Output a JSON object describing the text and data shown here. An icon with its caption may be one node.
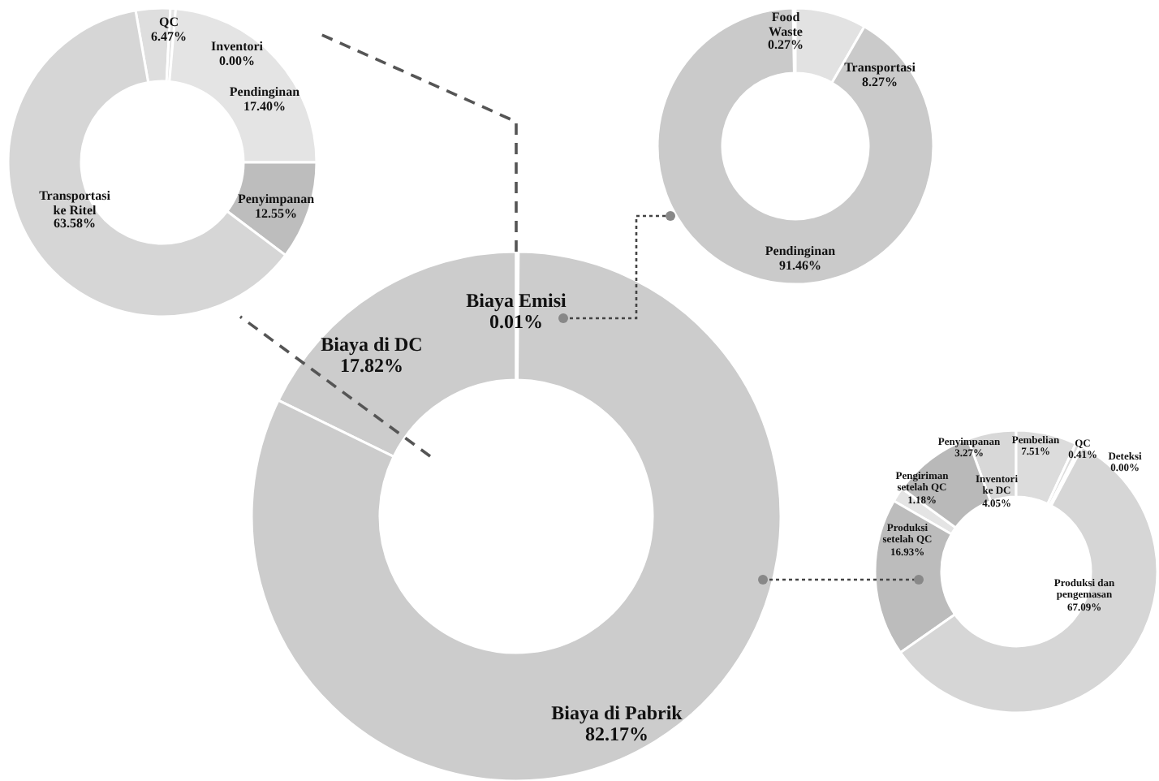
{
  "diagram": {
    "nodes": [
      {
        "text": [],
        "shape": "circle"
      },
      {
        "text": [
          "QC",
          "6.47%"
        ],
        "in": 0
      },
      {
        "text": [
          "Inventori",
          "0.00%"
        ],
        "in": 0
      },
      {
        "text": [
          "Pendinginan",
          "17.40%"
        ],
        "in": 0
      },
      {
        "text": [
          "Penyimpanan",
          "12.55%"
        ],
        "in": 0
      },
      {
        "text": [
          "Transportasi ke Ritel",
          "63.58%"
        ],
        "in": 0
      },
      {
        "text": [],
        "shape": "circle"
      },
      {
        "text": [
          "Food Waste",
          "0.27%"
        ],
        "in": 6
      },
      {
        "text": [
          "Transportasi",
          "8.27%"
        ],
        "in": 6
      },
      {
        "text": [
          "Pendinginan",
          "91.46%"
        ],
        "in": 6
      },
      {
        "text": [],
        "shape": "circle"
      },
      {
        "text": [
          "Biaya di DC",
          "17.82%"
        ],
        "in": 10
      },
      {
        "text": [
          "Biaya Emisi",
          "0.01%"
        ],
        "in": 10
      },
      {
        "text": [
          "Biaya di Pabrik",
          "82.17%"
        ],
        "in": 10
      },
      {
        "text": [],
        "shape": "circle"
      },
      {
        "text": [
          "Penyimpanan",
          "3.27%"
        ],
        "in": 14
      },
      {
        "text": [
          "Pembelian",
          "7.51%"
        ],
        "in": 14
      },
      {
        "text": [
          "QC",
          "0.41%"
        ],
        "in": 14
      },
      {
        "text": [
          "Deteksi",
          "0.00%"
        ],
        "in": 14
      },
      {
        "text": [
          "Pengiriman setelah QC",
          "1.18%"
        ],
        "in": 14
      },
      {
        "text": [
          "Inventori ke DC",
          "4.05%"
        ],
        "in": 14
      },
      {
        "text": [
          "Produksi setelah QC",
          "16.93%"
        ],
        "in": 14
      },
      {
        "text": [
          "Produksi dan pengemasan",
          "67.09%"
        ],
        "in": 14
      }
    ],
    "edges": [
      {
        "from": 10,
        "to": 0,
        "arrow": "none",
        "style": "dashed"
      },
      {
        "from": 10,
        "to": 0,
        "arrow": "none",
        "style": "dashed"
      },
      {
        "from": 12,
        "to": 6,
        "arrow": "other",
        "style": "dashed"
      },
      {
        "from": 10,
        "to": 14,
        "arrow": "other",
        "style": "dashed"
      }
    ]
  }
}
